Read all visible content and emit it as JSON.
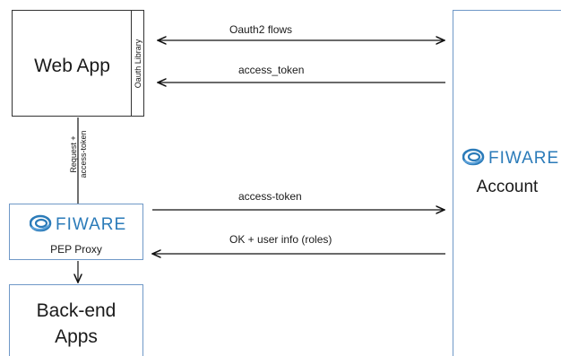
{
  "web_app": {
    "title": "Web App",
    "library_label": "Oauth Library"
  },
  "pep_proxy": {
    "brand": "FIWARE",
    "label": "PEP Proxy"
  },
  "backend": {
    "line1": "Back-end",
    "line2": "Apps"
  },
  "account": {
    "brand": "FIWARE",
    "label": "Account"
  },
  "flows": {
    "oauth2": "Oauth2 flows",
    "access_token_underscore": "access_token",
    "access_token_hyphen": "access-token",
    "ok_user_info": "OK + user info (roles)"
  },
  "request": {
    "line1": "Request +",
    "line2": "access-token"
  },
  "colors": {
    "fiware_blue": "#2b7bb9",
    "box_border": "#6f98c7",
    "line": "#333333"
  }
}
